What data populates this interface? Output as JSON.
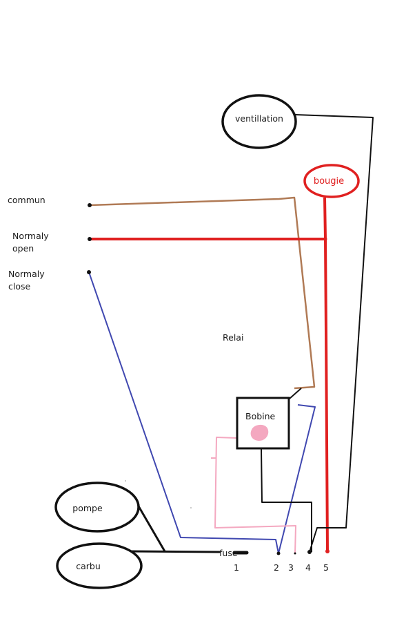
{
  "labels": {
    "commun": "commun",
    "normaly_open_1": "Normaly",
    "normaly_open_2": "open",
    "normaly_close_1": "Normaly",
    "normaly_close_2": "close",
    "relai": "Relai",
    "bobine": "Bobine",
    "ventillation": "ventillation",
    "bougie": "bougie",
    "pompe": "pompe",
    "carbu": "carbu",
    "fuse": "fuse"
  },
  "pins": [
    "1",
    "2",
    "3",
    "4",
    "5"
  ],
  "colors": {
    "red": "#e02020",
    "brown": "#b07a55",
    "blue": "#4048b0",
    "pink": "#f4a8c0",
    "black": "#111111"
  }
}
